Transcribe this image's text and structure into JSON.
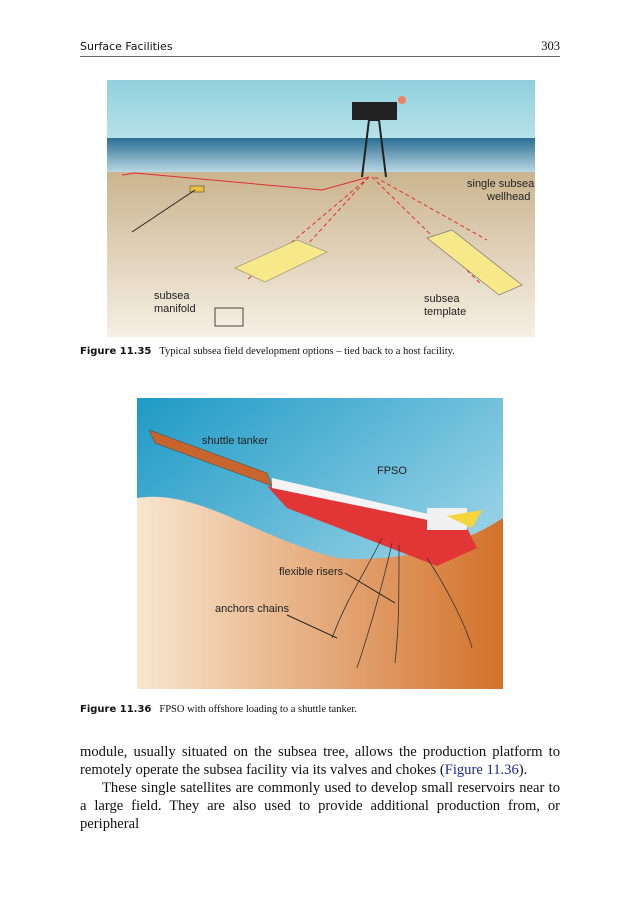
{
  "header": {
    "section": "Surface Facilities",
    "page_number": "303"
  },
  "figure1": {
    "number": "Figure 11.35",
    "caption": "Typical subsea field development options – tied back to a host facility.",
    "labels": {
      "wellhead_1": "single subsea",
      "wellhead_2": "wellhead",
      "manifold_1": "subsea",
      "manifold_2": "manifold",
      "template_1": "subsea",
      "template_2": "template"
    }
  },
  "figure2": {
    "number": "Figure 11.36",
    "caption": "FPSO with offshore loading to a shuttle tanker.",
    "labels": {
      "shuttle": "shuttle tanker",
      "fpso": "FPSO",
      "risers": "flexible risers",
      "anchors": "anchors chains"
    }
  },
  "body": {
    "p1_a": "module, usually situated on the subsea tree, allows the production platform to remotely operate the subsea facility via its valves and chokes (",
    "p1_link": "Figure 11.36",
    "p1_b": ").",
    "p2": "These single satellites are commonly used to develop small reservoirs near to a large field. They are also used to provide additional production from, or peripheral"
  }
}
